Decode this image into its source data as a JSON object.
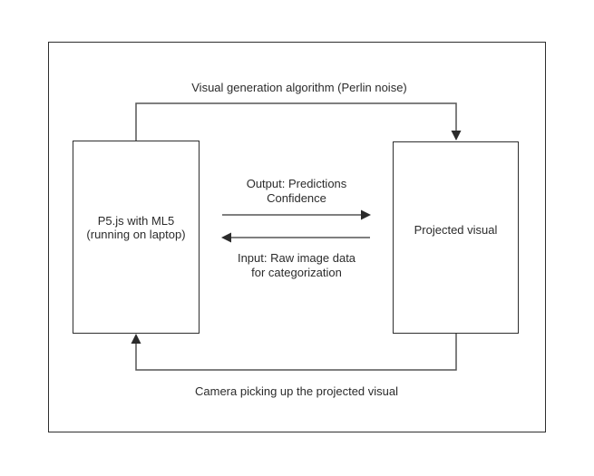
{
  "diagram": {
    "nodes": {
      "p5js": {
        "line1": "P5.js with ML5",
        "line2": "(running on laptop)"
      },
      "projected_visual": {
        "label": "Projected visual"
      }
    },
    "edges": {
      "top": {
        "label": "Visual generation algorithm (Perlin noise)",
        "direction": "left-to-right"
      },
      "output": {
        "line1": "Output: Predictions",
        "line2": "Confidence",
        "direction": "left-to-right"
      },
      "input": {
        "line1": "Input: Raw image data",
        "line2": "for categorization",
        "direction": "right-to-left"
      },
      "bottom": {
        "label": "Camera picking up the projected visual",
        "direction": "right-to-left"
      }
    },
    "colors": {
      "background": "#ffffff",
      "box_border": "#2e2e2e",
      "line": "#555555",
      "arrowhead": "#2b2b2b",
      "text": "#2b2b2b"
    }
  }
}
